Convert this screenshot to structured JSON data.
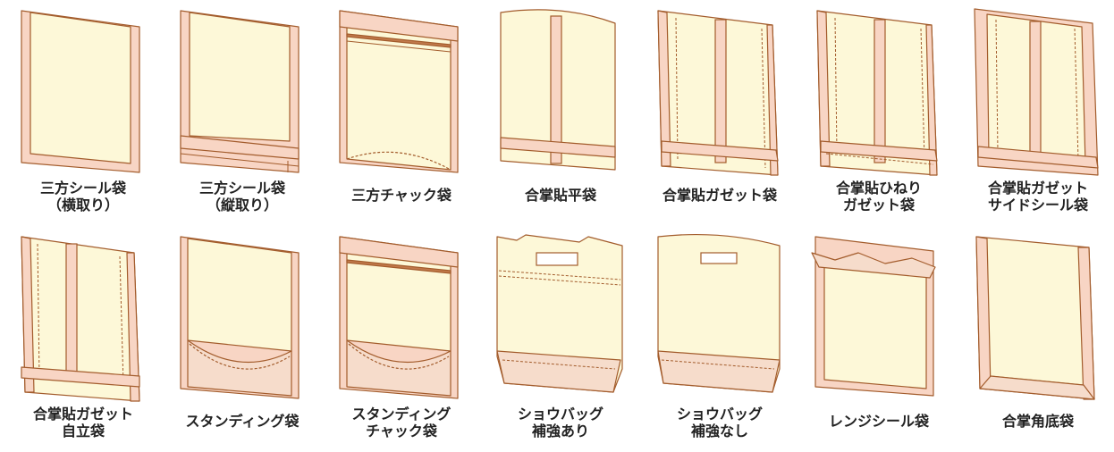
{
  "colors": {
    "fill": "#fdf8d8",
    "band": "#f8d5c4",
    "stroke": "#a35c2c",
    "text": "#222222"
  },
  "items": [
    {
      "id": "sanpou-yoko",
      "caption": [
        "三方シール袋",
        "（横取り）"
      ]
    },
    {
      "id": "sanpou-tate",
      "caption": [
        "三方シール袋",
        "（縦取り）"
      ]
    },
    {
      "id": "sanpou-chack",
      "caption": [
        "三方チャック袋"
      ]
    },
    {
      "id": "gassho-hira",
      "caption": [
        "合掌貼平袋"
      ]
    },
    {
      "id": "gassho-gusset",
      "caption": [
        "合掌貼ガゼット袋"
      ]
    },
    {
      "id": "gassho-hineri",
      "caption": [
        "合掌貼ひねり",
        "ガゼット袋"
      ]
    },
    {
      "id": "gassho-gusset-side",
      "caption": [
        "合掌貼ガゼット",
        "サイドシール袋"
      ]
    },
    {
      "id": "gassho-gusset-jiritsu",
      "caption": [
        "合掌貼ガゼット",
        "自立袋"
      ]
    },
    {
      "id": "standing",
      "caption": [
        "スタンディング袋"
      ]
    },
    {
      "id": "standing-chack",
      "caption": [
        "スタンディング",
        "チャック袋"
      ]
    },
    {
      "id": "shoubag-hokyo-ari",
      "caption": [
        "ショウバッグ",
        "補強あり"
      ]
    },
    {
      "id": "shoubag-hokyo-nashi",
      "caption": [
        "ショウバッグ",
        "補強なし"
      ]
    },
    {
      "id": "range-seal",
      "caption": [
        "レンジシール袋"
      ]
    },
    {
      "id": "gassho-kakuzoko",
      "caption": [
        "合掌角底袋"
      ]
    }
  ]
}
